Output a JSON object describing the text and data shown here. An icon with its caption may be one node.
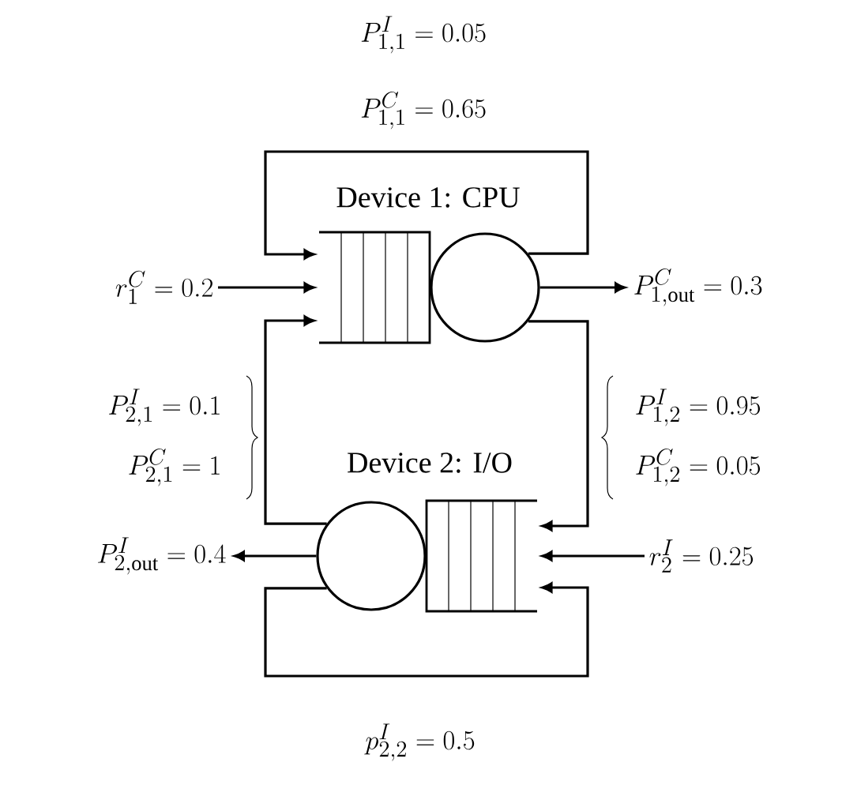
{
  "diagram": {
    "nodes": [
      {
        "text": [],
        "shape": "box"
      },
      {
        "text": [],
        "shape": "circle"
      },
      {
        "text": [],
        "shape": "box"
      },
      {
        "text": [],
        "shape": "circle"
      },
      {
        "text": [
          "r_1^C = 0.2"
        ]
      },
      {
        "text": [
          "P_{1,\\mathrm{out}}^C = 0.3"
        ]
      },
      {
        "text": [
          "r_2^I = 0.25"
        ]
      },
      {
        "text": [
          "P_{2,\\mathrm{out}}^I = 0.4"
        ]
      }
    ],
    "edges": [
      {
        "from": 4,
        "to": 0,
        "arrow": "to"
      },
      {
        "from": 1,
        "to": 0,
        "arrow": "to"
      },
      {
        "from": 1,
        "to": 5,
        "arrow": "to"
      },
      {
        "from": 1,
        "to": 2,
        "arrow": "to"
      },
      {
        "from": 3,
        "to": 0,
        "arrow": "to"
      },
      {
        "from": 6,
        "to": 2,
        "arrow": "to"
      },
      {
        "from": 3,
        "to": 7,
        "arrow": "to"
      },
      {
        "from": 3,
        "to": 2,
        "arrow": "to"
      }
    ],
    "labels": [
      "P_{1,1}^I = 0.05",
      "P_{1,1}^C = 0.65",
      "Device 1: CPU",
      "P_{2,1}^I = 0.1",
      "P_{2,1}^C = 1",
      "P_{1,2}^I = 0.95",
      "P_{1,2}^C = 0.05",
      "Device 2: I/O",
      "p_{2,2}^I = 0.5"
    ]
  }
}
